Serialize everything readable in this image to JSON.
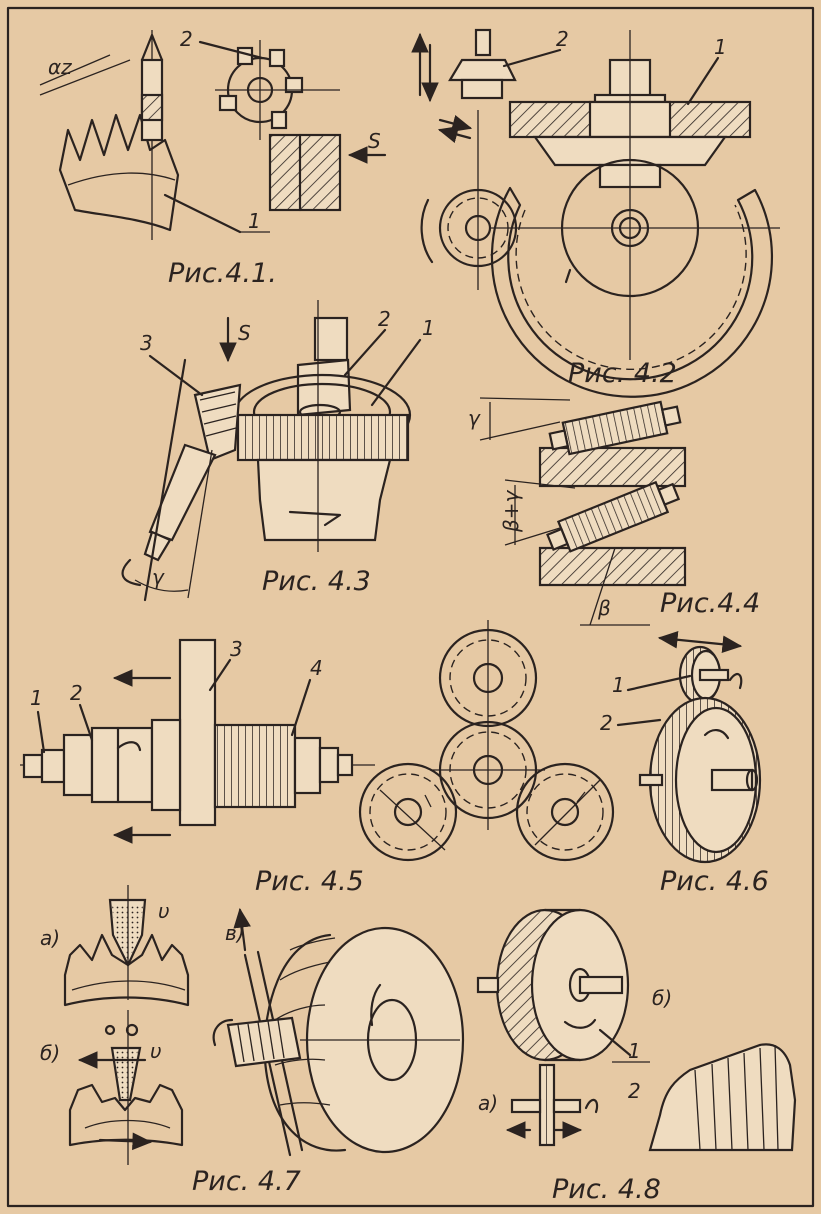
{
  "figures": {
    "f41": {
      "caption": "Рис.4.1.",
      "labels": {
        "alpha": "αz",
        "n1": "1",
        "n2": "2",
        "s": "S"
      }
    },
    "f42": {
      "caption": "Рис. 4.2",
      "labels": {
        "n1": "1",
        "n2": "2"
      }
    },
    "f43": {
      "caption": "Рис. 4.3",
      "labels": {
        "n1": "1",
        "n2": "2",
        "n3": "3",
        "s": "S",
        "gamma": "γ"
      }
    },
    "f44": {
      "caption": "Рис.4.4",
      "labels": {
        "gamma": "γ",
        "betagamma": "β+γ",
        "beta": "β"
      }
    },
    "f45": {
      "caption": "Рис. 4.5",
      "labels": {
        "n1": "1",
        "n2": "2",
        "n3": "3",
        "n4": "4"
      }
    },
    "f46": {
      "caption": "Рис. 4.6",
      "labels": {
        "n1": "1",
        "n2": "2"
      }
    },
    "f47": {
      "caption": "Рис. 4.7",
      "labels": {
        "a": "а)",
        "b": "б)",
        "v": "в)",
        "u1": "υ",
        "u2": "υ"
      }
    },
    "f48": {
      "caption": "Рис. 4.8",
      "labels": {
        "a": "а)",
        "b": "б)",
        "n1": "1",
        "n2": "2"
      }
    }
  },
  "colors": {
    "paper": "#e6c9a4",
    "ink": "#2b2320"
  }
}
